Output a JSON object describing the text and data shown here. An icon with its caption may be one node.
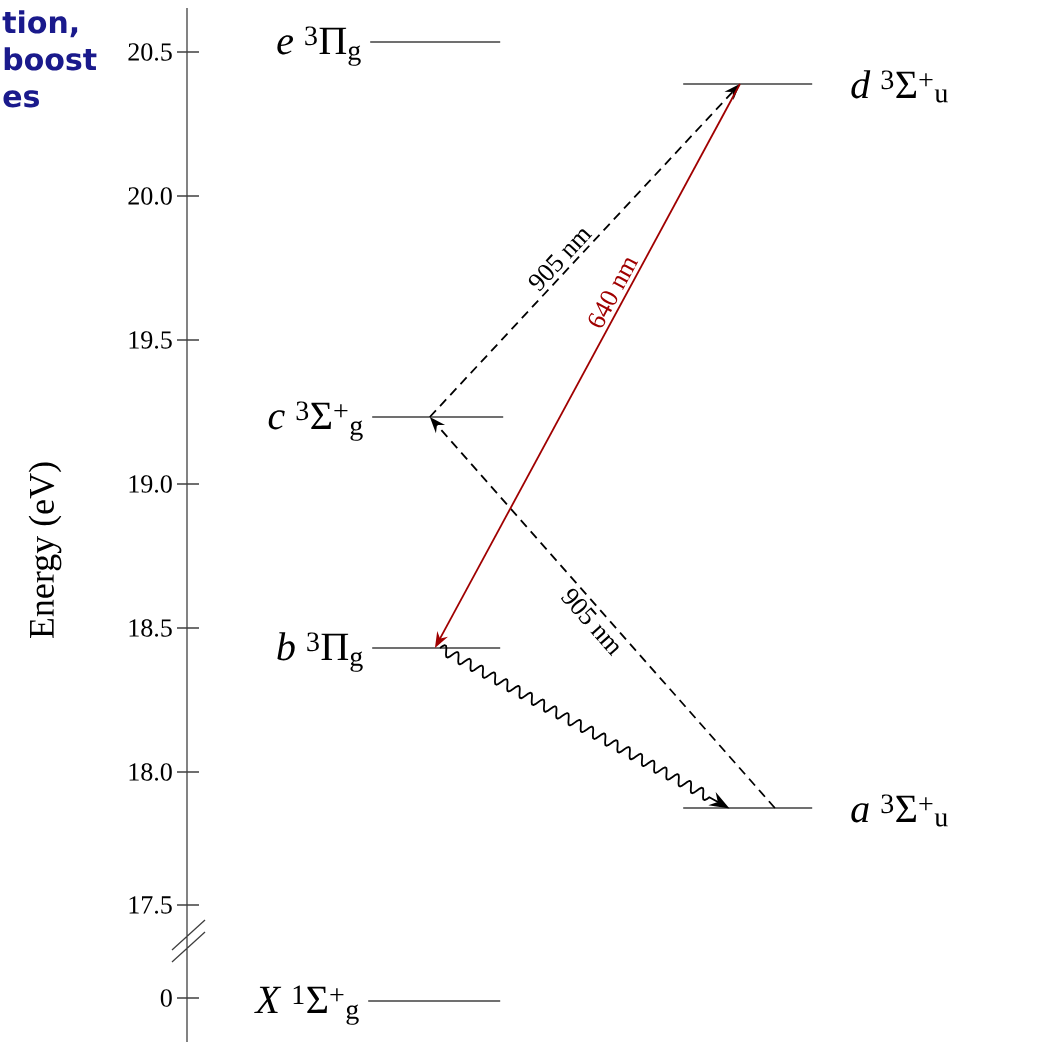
{
  "diagram": {
    "nodes": [
      {
        "text": [],
        "shape": "bar",
        "beside": [
          "*e* $^{3}$Π$_{g}$"
        ]
      },
      {
        "text": [],
        "shape": "bar",
        "beside": [
          "*d* $^{3}$Σ$^{+}$$_{u}$"
        ]
      },
      {
        "text": [],
        "shape": "bar",
        "beside": [
          "*c* $^{3}$Σ$^{+}$$_{g}$"
        ]
      },
      {
        "text": [],
        "shape": "bar",
        "beside": [
          "*b* $^{3}$Π$_{g}$"
        ]
      },
      {
        "text": [],
        "shape": "bar",
        "beside": [
          "*a* $^{3}$Σ$^{+}$$_{u}$"
        ]
      },
      {
        "text": [],
        "shape": "bar",
        "beside": [
          "*X* $^{1}$Σ$^{+}$$_{g}$"
        ]
      }
    ],
    "edges": [
      {
        "from": 2,
        "to": 1,
        "arrow": "to",
        "style": "dashed",
        "label": "905 nm"
      },
      {
        "from": 4,
        "to": 2,
        "arrow": "to",
        "style": "dashed",
        "label": "905 nm"
      },
      {
        "from": 1,
        "to": 3,
        "arrow": "to",
        "color": "#a00000",
        "label": "640 nm"
      },
      {
        "from": 3,
        "to": 4,
        "arrow": "to"
      }
    ],
    "labels": [
      "tion, boost es",
      "20.5",
      "20.0",
      "19.5",
      "19.0",
      "18.5",
      "18.0",
      "17.5",
      "0",
      "Energy (eV)"
    ]
  }
}
